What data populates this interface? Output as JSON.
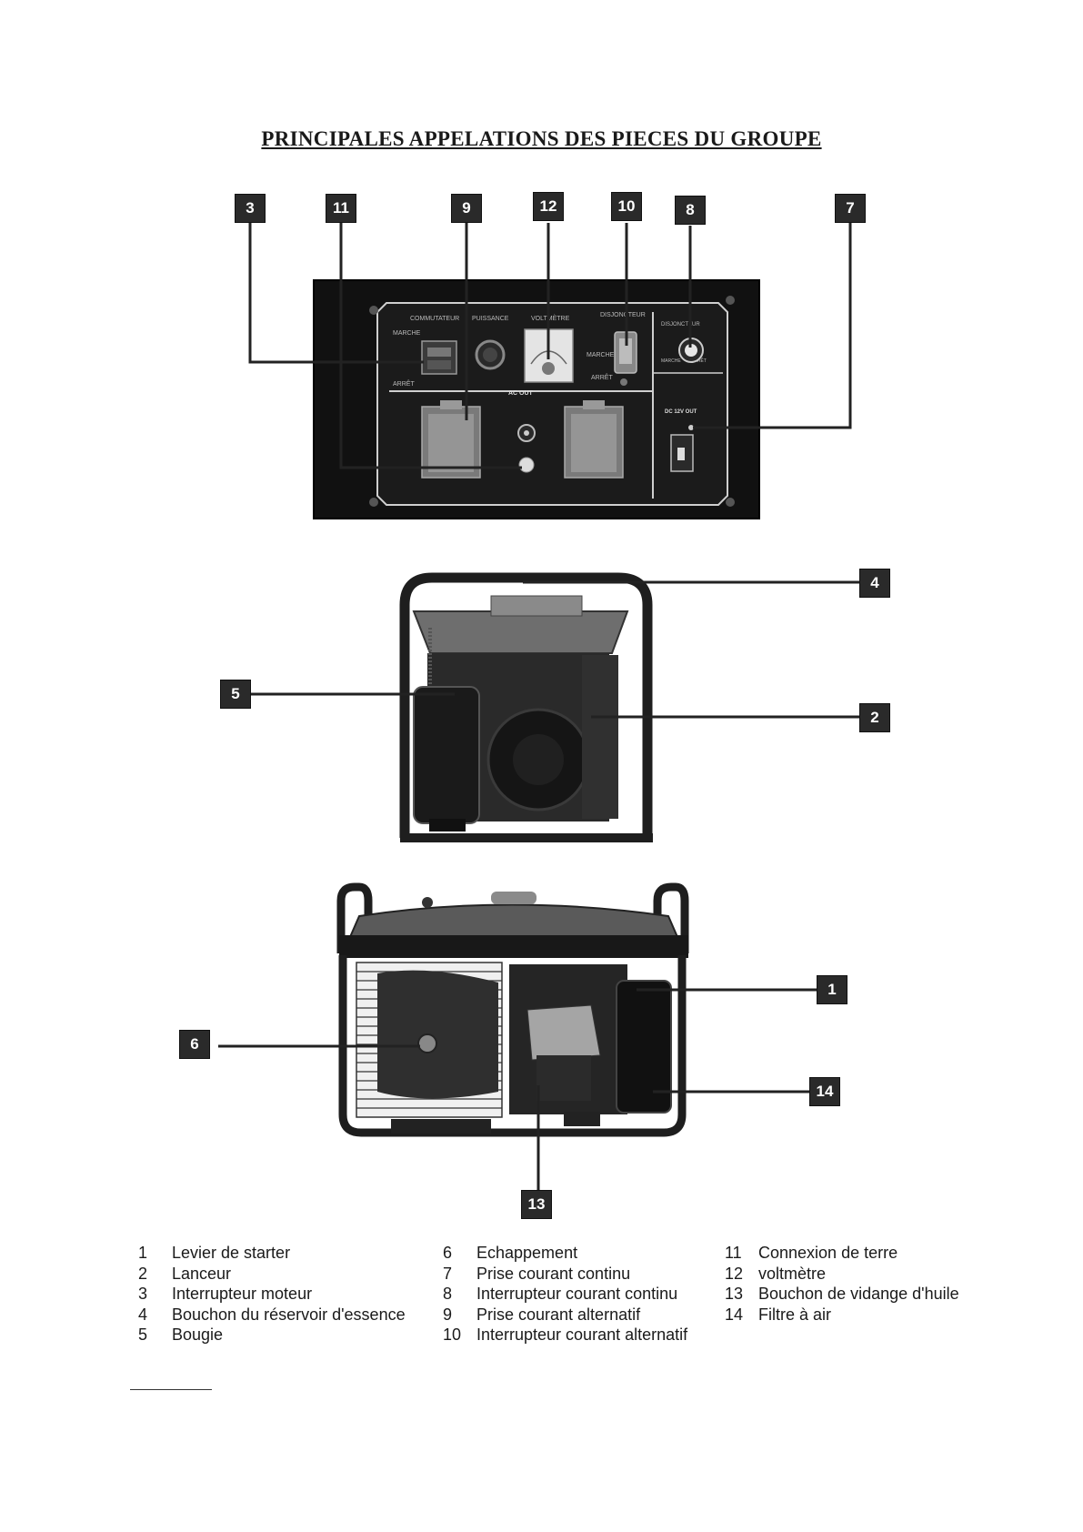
{
  "page": {
    "title": "PRINCIPALES APPELATIONS DES PIECES DU GROUPE"
  },
  "panel_labels": {
    "commutateur": "COMMUTATEUR",
    "puissance": "PUISSANCE",
    "voltmetre": "VOLTMÈTRE",
    "disjoncteur": "DISJONCTEUR",
    "disjoncteur_dc": "DISJONCTEUR",
    "marche_left": "MARCHE",
    "arret_left": "ARRÊT",
    "marche_right": "MARCHE",
    "arret_right": "ARRÊT",
    "marche_dc": "MARCHE",
    "arret_dc": "ARRÊT",
    "ac_out": "AC OUT",
    "dc_out": "DC 12V OUT"
  },
  "callouts": {
    "c1": "1",
    "c2": "2",
    "c3": "3",
    "c4": "4",
    "c5": "5",
    "c6": "6",
    "c7": "7",
    "c8": "8",
    "c9": "9",
    "c10": "10",
    "c11": "11",
    "c12": "12",
    "c13": "13",
    "c14": "14"
  },
  "legend": {
    "col1": [
      {
        "num": "1",
        "label": "Levier de starter"
      },
      {
        "num": "2",
        "label": "Lanceur"
      },
      {
        "num": "3",
        "label": "Interrupteur moteur"
      },
      {
        "num": "4",
        "label": "Bouchon du réservoir d'essence"
      },
      {
        "num": "5",
        "label": "Bougie"
      }
    ],
    "col2": [
      {
        "num": "6",
        "label": "Echappement"
      },
      {
        "num": "7",
        "label": "Prise courant continu"
      },
      {
        "num": "8",
        "label": "Interrupteur courant continu"
      },
      {
        "num": "9",
        "label": "Prise courant alternatif"
      },
      {
        "num": "10",
        "label": "Interrupteur courant alternatif"
      }
    ],
    "col3": [
      {
        "num": "11",
        "label": "Connexion de terre"
      },
      {
        "num": "12",
        "label": "voltmètre"
      },
      {
        "num": "13",
        "label": "Bouchon de vidange d'huile"
      },
      {
        "num": "14",
        "label": "Filtre à air"
      }
    ]
  }
}
